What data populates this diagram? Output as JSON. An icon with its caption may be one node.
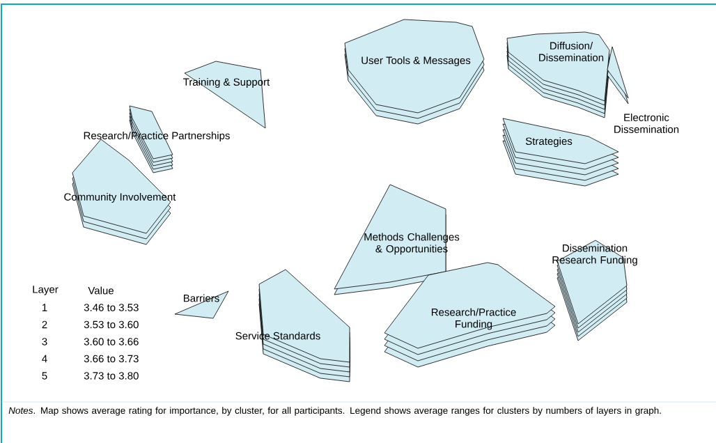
{
  "diagram": {
    "caption": "*Notes*. Map shows average rating for importance, by cluster, for all participants. Legend shows average ranges for clusters by numbers of layers in graph.",
    "nodes": [
      {
        "text": [
          "User Tools & Messages"
        ]
      },
      {
        "text": [
          "Diffusion/ Dissemination"
        ]
      },
      {
        "text": [
          "Training & Support"
        ]
      },
      {
        "text": [
          "Electronic Dissemination"
        ]
      },
      {
        "text": [
          "Strategies"
        ]
      },
      {
        "text": [
          "Research/Practice Partnerships"
        ]
      },
      {
        "text": [
          "Community Involvement"
        ]
      },
      {
        "text": [
          "Methods Challenges & Opportunities"
        ]
      },
      {
        "text": [
          "Dissemination Research Funding"
        ]
      },
      {
        "text": [
          "Barriers"
        ]
      },
      {
        "text": [
          "Research/Practice Funding"
        ]
      },
      {
        "text": [
          "Service Standards"
        ]
      }
    ],
    "labels": [
      "Layer",
      "Value",
      "1",
      "3.46 to 3.53",
      "2",
      "3.53 to 3.60",
      "3",
      "3.60 to 3.66",
      "4",
      "3.66 to 3.73",
      "5",
      "3.73 to 3.80"
    ]
  }
}
